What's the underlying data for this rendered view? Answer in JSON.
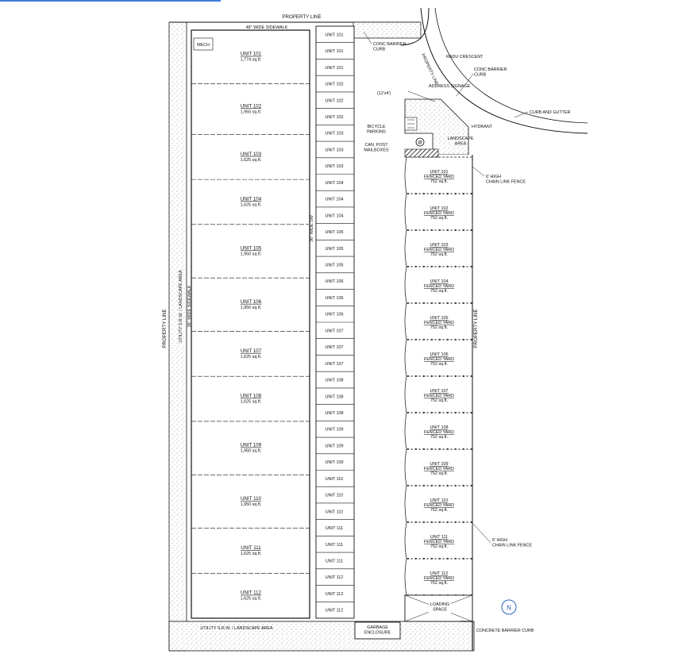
{
  "labels": {
    "property_line_top": "PROPERTY LINE",
    "property_line_left": "PROPERTY LINE",
    "property_line_right": "PROPERTY LINE",
    "property_line_curve": "PROPERTY LINE",
    "sidewalk_48": "48\" WIDE SIDEWALK",
    "sidewalk_36_left": "36\" WIDE SIDEWALK",
    "sidewalk_36_center": "36\" WIDE SW",
    "utility_srw_left": "UTILITY S.R.W. / LANDSCAPE AREA",
    "utility_srw_bottom": "UTILITY S.R.W. / LANDSCAPE AREA",
    "mech": "MECH",
    "conc_barrier_curb_1": "CONC BARRIER CURB",
    "radu_crescent": "RADU CRESCENT",
    "conc_barrier_curb_2": "CONC BARRIER CURB",
    "curb_and_gutter": "CURB AND GUTTER",
    "address_signage": "ADDRESS SIGNAGE",
    "address_signage_size": "(12'x4')",
    "hydrant": "HYDRANT",
    "bicycle_parking": "BICYCLE PARKING",
    "can_post_mailboxes": "CAN. POST MAILBOXES",
    "landscape_area": "LANDSCAPE AREA",
    "chain_link_fence_top": "6' HIGH CHAIN LINK FENCE",
    "chain_link_fence_bottom": "6' HIGH CHAIN LINK FENCE",
    "loading_space": "LOADING SPACE",
    "garbage_enclosure": "GARBAGE ENCLOSURE",
    "concrete_barrier_curb": "CONCRETE BARRIER CURB",
    "north": "N"
  },
  "units": [
    {
      "name": "UNIT 101",
      "area": "1,774 sq.ft."
    },
    {
      "name": "UNIT 102",
      "area": "1,950 sq.ft."
    },
    {
      "name": "UNIT 103",
      "area": "1,625 sq.ft."
    },
    {
      "name": "UNIT 104",
      "area": "1,625 sq.ft."
    },
    {
      "name": "UNIT 105",
      "area": "1,950 sq.ft."
    },
    {
      "name": "UNIT 106",
      "area": "1,950 sq.ft."
    },
    {
      "name": "UNIT 107",
      "area": "1,625 sq.ft."
    },
    {
      "name": "UNIT 108",
      "area": "1,625 sq.ft."
    },
    {
      "name": "UNIT 109",
      "area": "1,950 sq.ft."
    },
    {
      "name": "UNIT 110",
      "area": "1,950 sq.ft."
    },
    {
      "name": "UNIT 111",
      "area": "1,625 sq.ft."
    },
    {
      "name": "UNIT 112",
      "area": "1,625 sq.ft."
    }
  ],
  "parking": [
    "UNIT 101",
    "UNIT 101",
    "UNIT 101",
    "UNIT 102",
    "UNIT 102",
    "UNIT 102",
    "UNIT 103",
    "UNIT 103",
    "UNIT 103",
    "UNIT 104",
    "UNIT 104",
    "UNIT 104",
    "UNIT 105",
    "UNIT 105",
    "UNIT 105",
    "UNIT 106",
    "UNIT 106",
    "UNIT 106",
    "UNIT 107",
    "UNIT 107",
    "UNIT 107",
    "UNIT 108",
    "UNIT 108",
    "UNIT 108",
    "UNIT 109",
    "UNIT 109",
    "UNIT 109",
    "UNIT 110",
    "UNIT 110",
    "UNIT 110",
    "UNIT 111",
    "UNIT 111",
    "UNIT 111",
    "UNIT 112",
    "UNIT 112",
    "UNIT 112"
  ],
  "yards": [
    {
      "unit": "UNIT 101",
      "label": "FENCED YARD",
      "area": "752 sq.ft."
    },
    {
      "unit": "UNIT 102",
      "label": "FENCED YARD",
      "area": "752 sq.ft."
    },
    {
      "unit": "UNIT 103",
      "label": "FENCED YARD",
      "area": "752 sq.ft."
    },
    {
      "unit": "UNIT 104",
      "label": "FENCED YARD",
      "area": "752 sq.ft."
    },
    {
      "unit": "UNIT 105",
      "label": "FENCED YARD",
      "area": "752 sq.ft."
    },
    {
      "unit": "UNIT 106",
      "label": "FENCED YARD",
      "area": "752 sq.ft."
    },
    {
      "unit": "UNIT 107",
      "label": "FENCED YARD",
      "area": "752 sq.ft."
    },
    {
      "unit": "UNIT 108",
      "label": "FENCED YARD",
      "area": "752 sq.ft."
    },
    {
      "unit": "UNIT 109",
      "label": "FENCED YARD",
      "area": "752 sq.ft."
    },
    {
      "unit": "UNIT 110",
      "label": "FENCED YARD",
      "area": "752 sq.ft."
    },
    {
      "unit": "UNIT 111",
      "label": "FENCED YARD",
      "area": "752 sq.ft."
    },
    {
      "unit": "UNIT 112",
      "label": "FENCED YARD",
      "area": "752 sq.ft."
    }
  ]
}
